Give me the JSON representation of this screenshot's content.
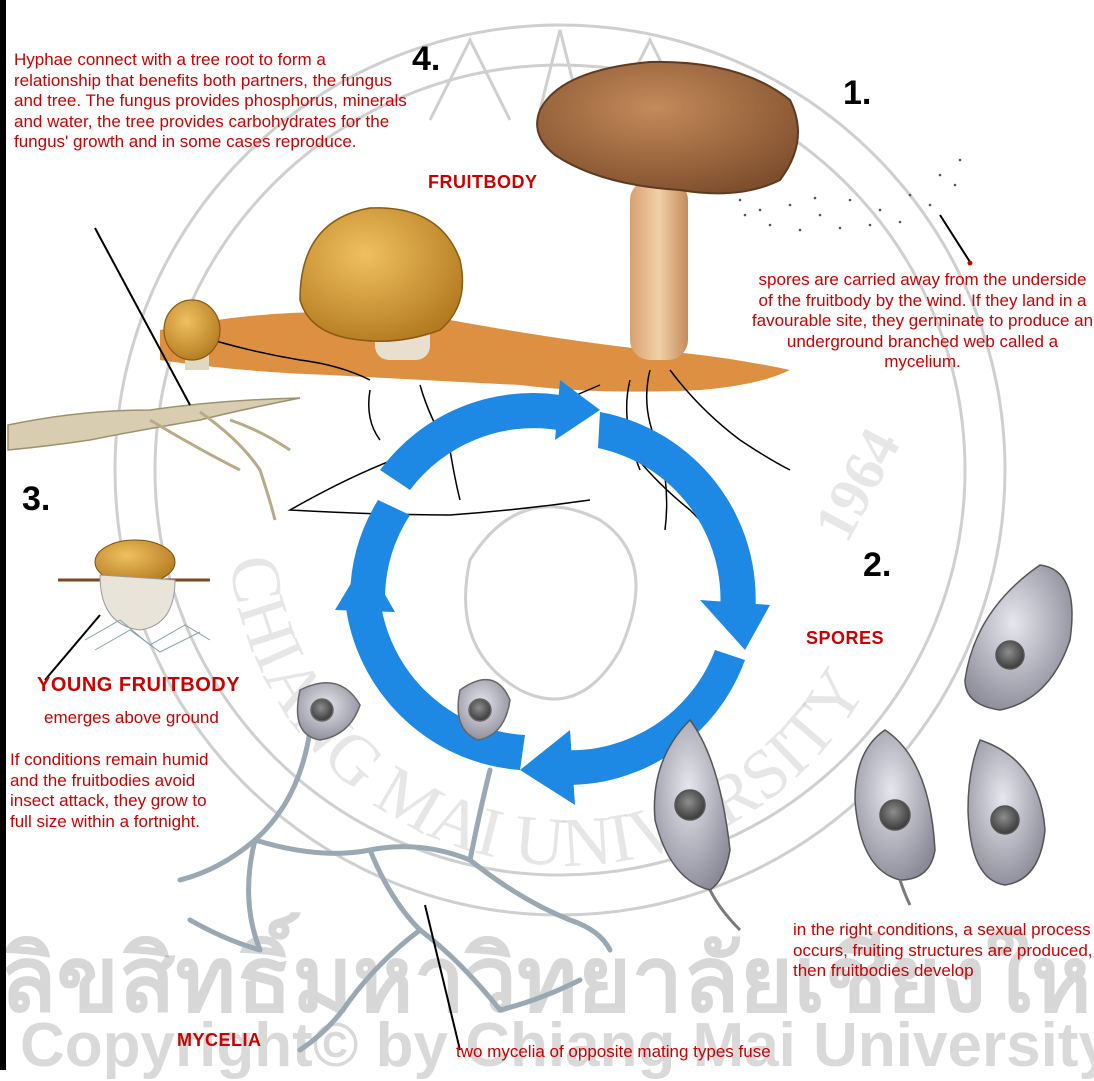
{
  "steps": {
    "s1": "1.",
    "s2": "2.",
    "s3": "3.",
    "s4": "4."
  },
  "labels": {
    "fruitbody": "FRUITBODY",
    "spores": "SPORES",
    "young_fruitbody": "YOUNG FRUITBODY",
    "mycelia": "MYCELIA"
  },
  "texts": {
    "hyphae": "Hyphae connect with a tree root to form a relationship that benefits both partners, the fungus and tree. The fungus provides phosphorus, minerals and water, the tree provides carbohydrates for the fungus' growth and in some cases reproduce.",
    "spores_desc": "spores are carried away from the underside of the fruitbody by the wind. If they land in a favourable site, they germinate to produce an underground branched web called a mycelium.",
    "emerges": "emerges above ground",
    "humid": "If conditions remain humid and the fruitbodies avoid insect attack, they grow to full size within a fortnight.",
    "sexual": "in the right conditions, a sexual process occurs, fruiting structures are produced, then fruitbodies develop",
    "fuse": "two mycelia of opposite mating types fuse"
  },
  "watermark": {
    "university_arc": "CHIANG MAI UNIVERSITY",
    "year": "1964",
    "thai_line": "ลิขสิทธิ์มหาวิทยาลัยเชียงใหม่",
    "copyright_line": "Copyright© by Chiang Mai University"
  },
  "colors": {
    "text_red": "#cc0000",
    "arrow_blue": "#1e88e5",
    "cap_brown": "#a8734a",
    "cap_orange": "#d9a23a",
    "soil_orange": "#d9842c"
  }
}
